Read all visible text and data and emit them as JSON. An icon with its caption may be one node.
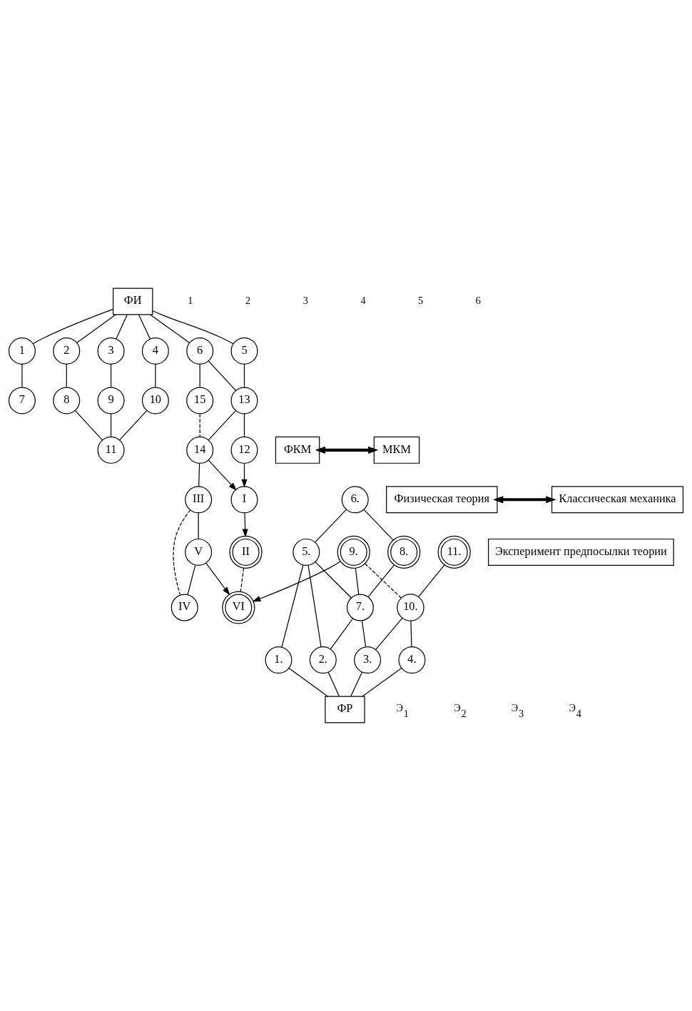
{
  "diagram": {
    "nodes": [
      {
        "text": [
          "ФИ"
        ]
      },
      {
        "text": [
          "1"
        ]
      },
      {
        "text": [
          "2"
        ]
      },
      {
        "text": [
          "3"
        ]
      },
      {
        "text": [
          "4"
        ]
      },
      {
        "text": [
          "5"
        ]
      },
      {
        "text": [
          "6"
        ]
      },
      {
        "text": [
          "7"
        ]
      },
      {
        "text": [
          "8"
        ]
      },
      {
        "text": [
          "9"
        ]
      },
      {
        "text": [
          "10"
        ]
      },
      {
        "text": [
          "11"
        ]
      },
      {
        "text": [
          "12"
        ]
      },
      {
        "text": [
          "13"
        ]
      },
      {
        "text": [
          "14"
        ]
      },
      {
        "text": [
          "15"
        ]
      },
      {
        "text": [
          "ФКМ"
        ]
      },
      {
        "text": [
          "МКМ"
        ]
      },
      {
        "text": [
          "I"
        ]
      },
      {
        "text": [
          "II"
        ]
      },
      {
        "text": [
          "III"
        ]
      },
      {
        "text": [
          "IV"
        ]
      },
      {
        "text": [
          "V"
        ]
      },
      {
        "text": [
          "VI"
        ]
      },
      {
        "text": [
          "Физическая теория"
        ]
      },
      {
        "text": [
          "Классическая механика"
        ]
      },
      {
        "text": [
          "Эксперимент предпосылки теории"
        ]
      },
      {
        "text": [
          "1."
        ]
      },
      {
        "text": [
          "2."
        ]
      },
      {
        "text": [
          "3."
        ]
      },
      {
        "text": [
          "4."
        ]
      },
      {
        "text": [
          "5."
        ]
      },
      {
        "text": [
          "6."
        ]
      },
      {
        "text": [
          "7."
        ]
      },
      {
        "text": [
          "8."
        ]
      },
      {
        "text": [
          "9."
        ]
      },
      {
        "text": [
          "10."
        ]
      },
      {
        "text": [
          "11."
        ]
      },
      {
        "text": [
          "ФР"
        ]
      }
    ],
    "edges": [
      {
        "from": 0,
        "to": 1,
        "arrow": "none"
      },
      {
        "from": 0,
        "to": 2,
        "arrow": "none"
      },
      {
        "from": 0,
        "to": 3,
        "arrow": "none"
      },
      {
        "from": 0,
        "to": 4,
        "arrow": "none"
      },
      {
        "from": 0,
        "to": 5,
        "arrow": "none"
      },
      {
        "from": 0,
        "to": 6,
        "arrow": "none"
      },
      {
        "from": 1,
        "to": 7,
        "arrow": "none"
      },
      {
        "from": 2,
        "to": 8,
        "arrow": "none"
      },
      {
        "from": 3,
        "to": 9,
        "arrow": "none"
      },
      {
        "from": 4,
        "to": 10,
        "arrow": "none"
      },
      {
        "from": 8,
        "to": 11,
        "arrow": "none"
      },
      {
        "from": 9,
        "to": 11,
        "arrow": "none"
      },
      {
        "from": 10,
        "to": 11,
        "arrow": "none"
      },
      {
        "from": 5,
        "to": 13,
        "arrow": "none"
      },
      {
        "from": 6,
        "to": 13,
        "arrow": "none"
      },
      {
        "from": 6,
        "to": 15,
        "arrow": "none"
      },
      {
        "from": 13,
        "to": 12,
        "arrow": "none"
      },
      {
        "from": 13,
        "to": 14,
        "arrow": "none"
      },
      {
        "from": 15,
        "to": 14,
        "arrow": "none",
        "style": "dashed"
      },
      {
        "from": 16,
        "to": 17,
        "arrow": "both",
        "style": "thick"
      },
      {
        "from": 12,
        "to": 18,
        "arrow": "to"
      },
      {
        "from": 14,
        "to": 18,
        "arrow": "to"
      },
      {
        "from": 14,
        "to": 20,
        "arrow": "none"
      },
      {
        "from": 18,
        "to": 19,
        "arrow": "to"
      },
      {
        "from": 19,
        "to": 23,
        "arrow": "none",
        "style": "dashed"
      },
      {
        "from": 22,
        "to": 23,
        "arrow": "to"
      },
      {
        "from": 20,
        "to": 22,
        "arrow": "none"
      },
      {
        "from": 22,
        "to": 21,
        "arrow": "none"
      },
      {
        "from": 20,
        "to": 21,
        "arrow": "none",
        "style": "dashed"
      },
      {
        "from": 24,
        "to": 25,
        "arrow": "both",
        "style": "thick"
      },
      {
        "from": 35,
        "to": 23,
        "arrow": "to"
      },
      {
        "from": 32,
        "to": 34,
        "arrow": "none"
      },
      {
        "from": 32,
        "to": 31,
        "arrow": "none"
      },
      {
        "from": 31,
        "to": 33,
        "arrow": "none"
      },
      {
        "from": 34,
        "to": 33,
        "arrow": "none"
      },
      {
        "from": 35,
        "to": 33,
        "arrow": "none"
      },
      {
        "from": 35,
        "to": 36,
        "arrow": "none",
        "style": "dashed"
      },
      {
        "from": 37,
        "to": 36,
        "arrow": "none"
      },
      {
        "from": 31,
        "to": 27,
        "arrow": "none"
      },
      {
        "from": 31,
        "to": 28,
        "arrow": "none"
      },
      {
        "from": 33,
        "to": 28,
        "arrow": "none"
      },
      {
        "from": 33,
        "to": 29,
        "arrow": "none"
      },
      {
        "from": 36,
        "to": 29,
        "arrow": "none"
      },
      {
        "from": 36,
        "to": 30,
        "arrow": "none"
      },
      {
        "from": 27,
        "to": 38,
        "arrow": "none"
      },
      {
        "from": 28,
        "to": 38,
        "arrow": "none"
      },
      {
        "from": 29,
        "to": 38,
        "arrow": "none"
      },
      {
        "from": 30,
        "to": 38,
        "arrow": "none"
      }
    ],
    "labels": [
      "1",
      "2",
      "3",
      "4",
      "5",
      "6",
      "Э$_{1}$",
      "Э$_{2}$",
      "Э$_{3}$",
      "Э$_{4}$"
    ]
  }
}
